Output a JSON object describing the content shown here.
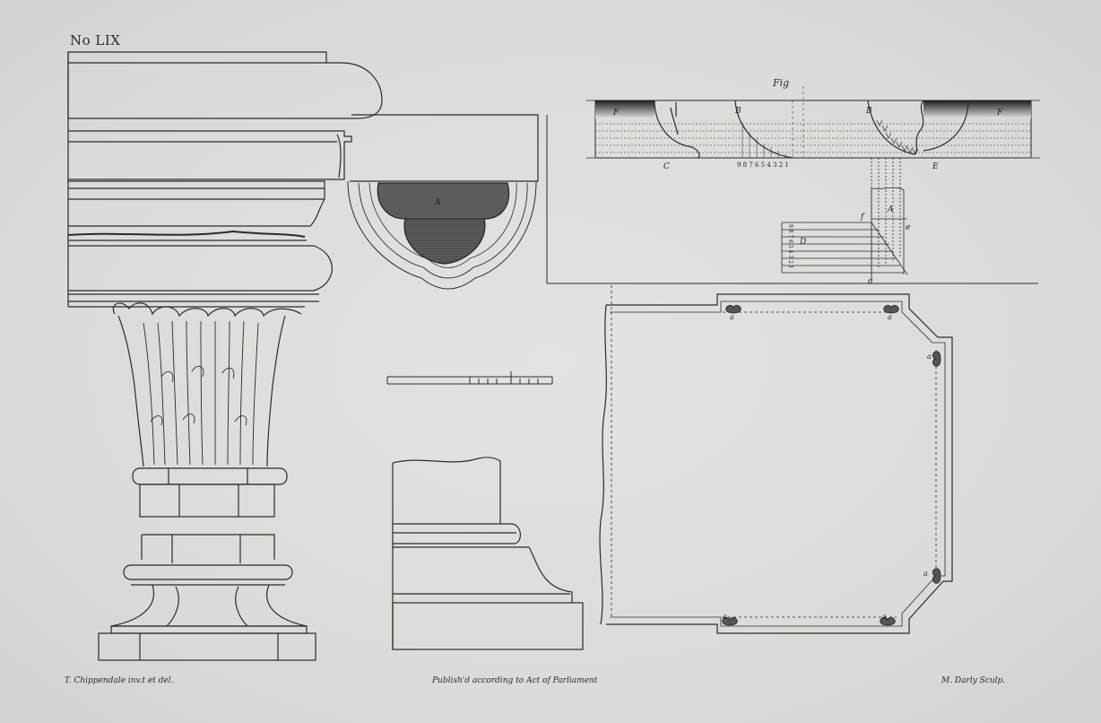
{
  "plate": {
    "number": "No LIX",
    "fig_label": "Fig",
    "credits": {
      "designer": "T. Chippendale inv.t et del.",
      "publisher": "Publish'd according to Act of Parliament",
      "engraver": "M. Darly Sculp."
    }
  },
  "labels": {
    "section_A": "A",
    "left_F": "F",
    "right_F": "F",
    "letter_C": "C",
    "letter_E": "E",
    "letter_D": "D",
    "letter_B_left": "B",
    "letter_B_right": "B",
    "letter_f": "f",
    "letter_e": "e",
    "letter_c": "c",
    "letter_A_small": "A",
    "ordinate_scale": "9 8 7 6 5 4 3 2 1",
    "ordinate_scale_vertical": "9 8 7 6 5 4 3 2 1",
    "corner_a": "a"
  },
  "colors": {
    "ink": "#2b2b2b",
    "paper": "#dfdfdb",
    "shade": "#6e6e6e"
  }
}
